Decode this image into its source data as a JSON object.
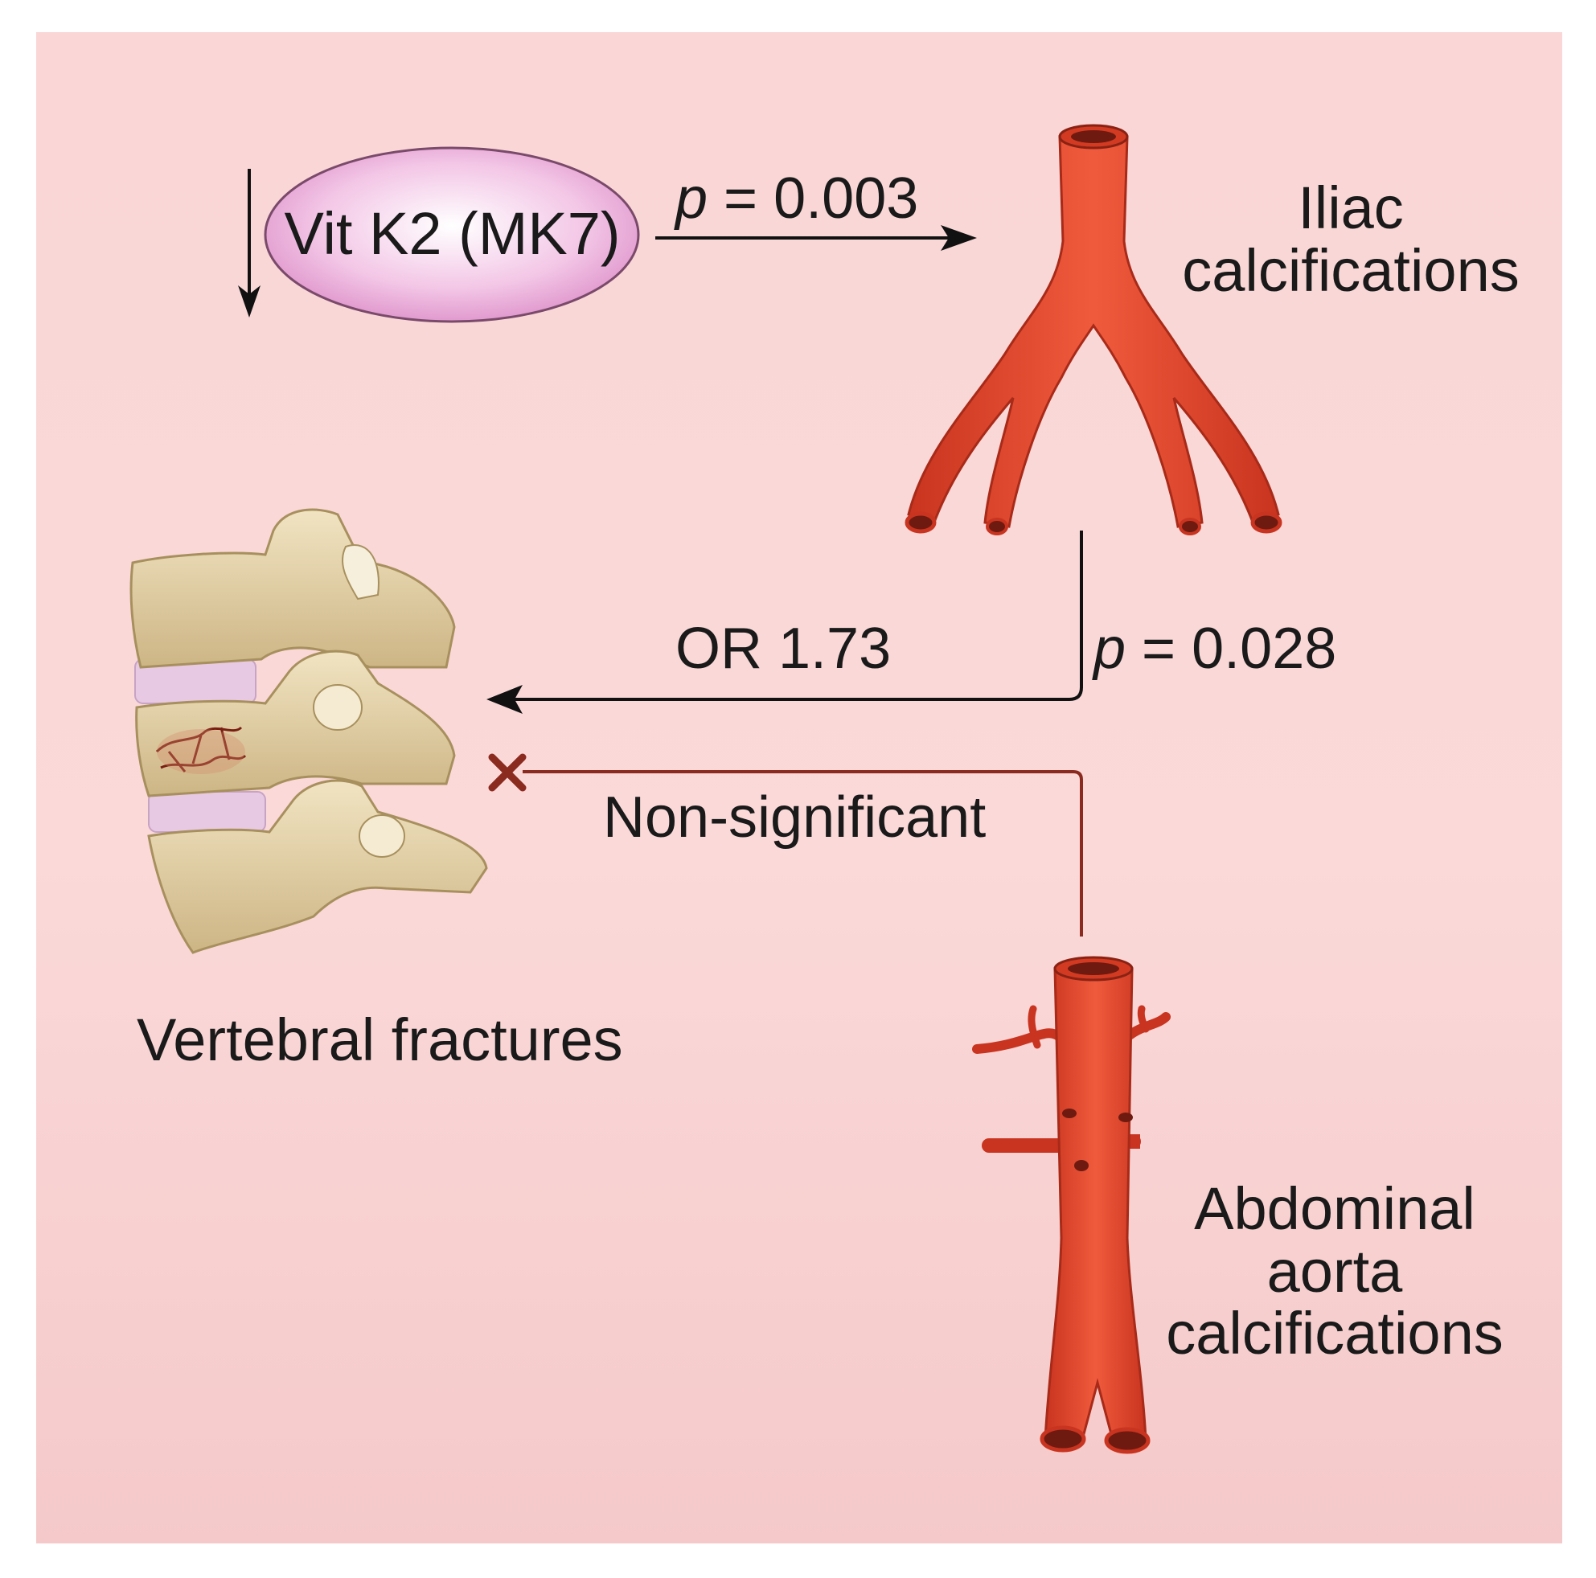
{
  "nodes": {
    "vitk2": "Vit K2 (MK7)",
    "iliac_line1": "Iliac",
    "iliac_line2": "calcifications",
    "vertebral": "Vertebral fractures",
    "aorta_line1": "Abdominal",
    "aorta_line2": "aorta",
    "aorta_line3": "calcifications"
  },
  "edges": {
    "vitk2_to_iliac": {
      "p_symbol": "p",
      "p_value": " = 0.003"
    },
    "iliac_to_vertebral": {
      "odds_ratio": "OR 1.73",
      "p_symbol": "p",
      "p_value": " = 0.028"
    },
    "aorta_to_vertebral": {
      "label": "Non-significant"
    }
  },
  "colors": {
    "background": "#fad6d6",
    "artery": "#e8432a",
    "artery_dark": "#b8321f",
    "bone": "#e2cfa3",
    "arrow": "#111111",
    "nonsig_line": "#8b2a1e"
  },
  "icons": [
    "decrease-arrow-icon",
    "iliac-artery-icon",
    "vertebrae-icon",
    "abdominal-aorta-icon",
    "cross-mark-icon"
  ]
}
